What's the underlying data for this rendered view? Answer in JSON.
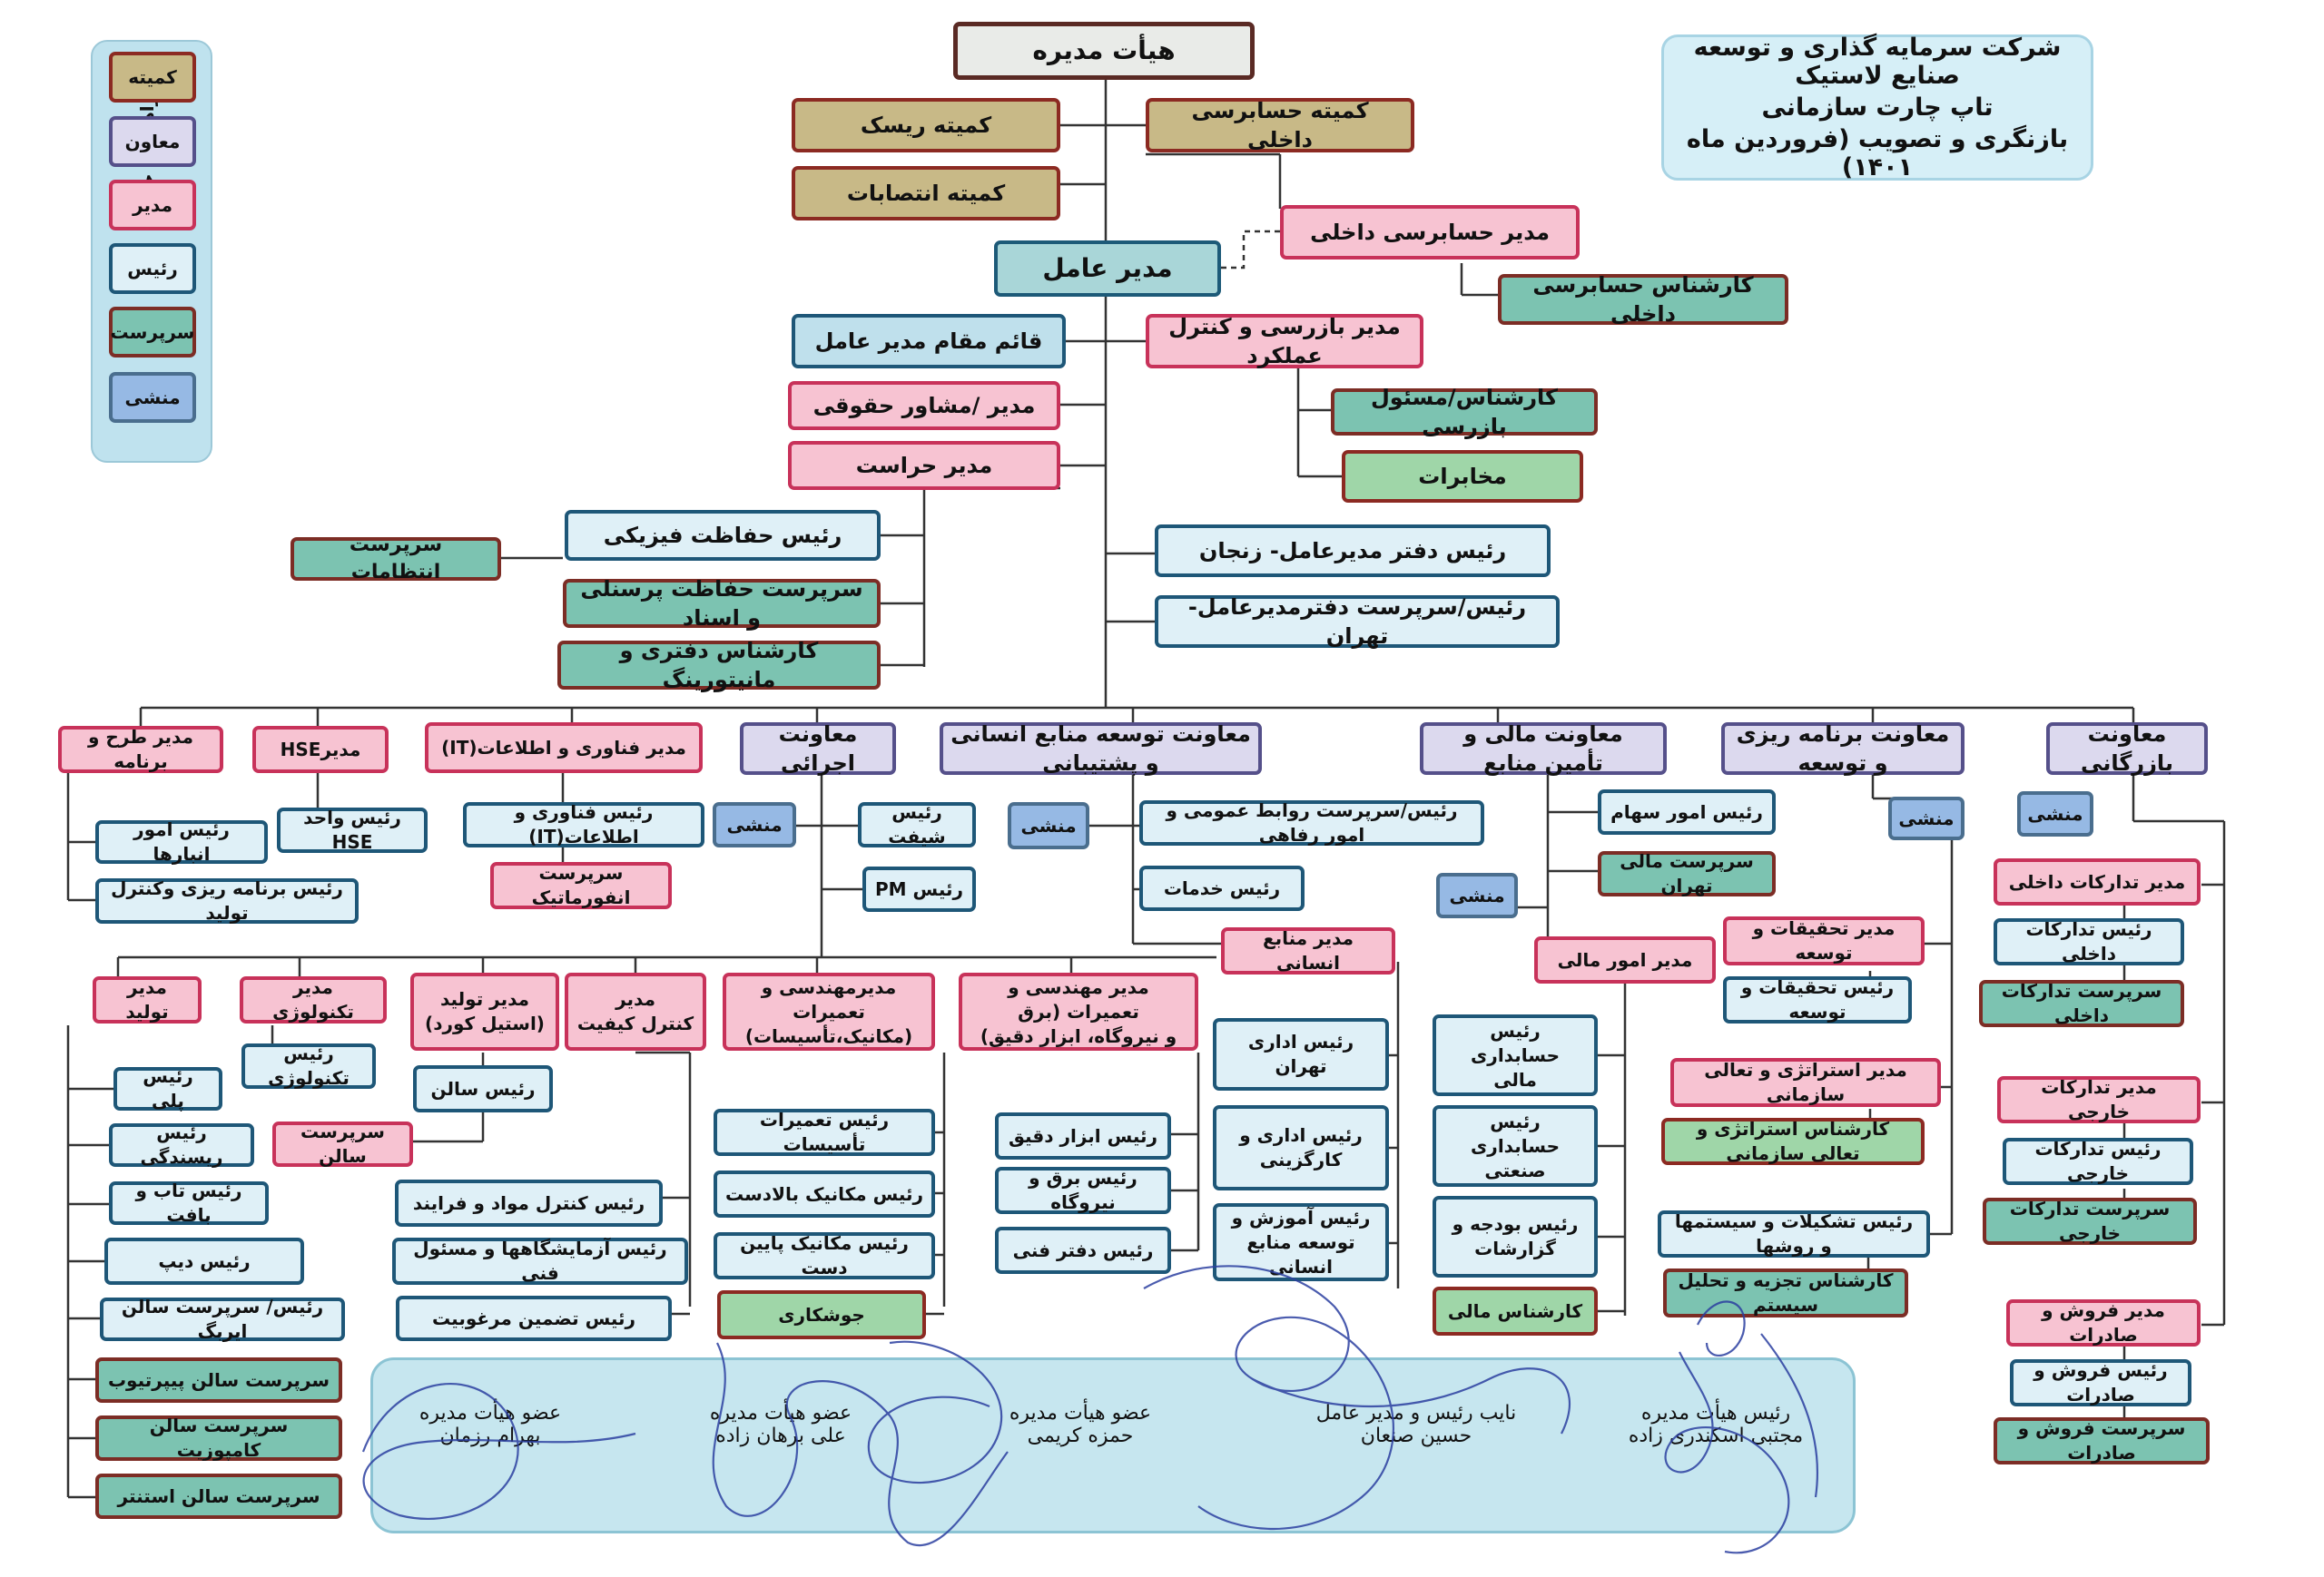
{
  "colors": {
    "committee": "#c8b987",
    "deputy": "#dcd9ee",
    "manager": "#f7c3d2",
    "head": "#dff0f7",
    "supervisor": "#7cc3b1",
    "secretary": "#96b9e4",
    "connector": "#333333",
    "signature_ink": "#2b3fa0"
  },
  "header": {
    "company": "شرکت سرمایه گذاری و توسعه صنایع لاستیک",
    "chart": "تاپ چارت سازمانی",
    "revision": "بازنگری و تصویب (فروردین ماه ۱۴۰۱)"
  },
  "legend": {
    "title": "راهنمای جدول",
    "items": [
      "کمیته",
      "معاون",
      "مدیر",
      "رئیس",
      "سرپرست",
      "منشی"
    ]
  },
  "nodes": {
    "board": "هیأت مدیره",
    "risk_committee": "کمیته ریسک",
    "audit_committee": "کمیته حسابرسی داخلی",
    "appointments_committee": "کمیته انتصابات",
    "internal_audit_mgr": "مدیر حسابرسی داخلی",
    "internal_audit_expert": "کارشناس حسابرسی داخلی",
    "ceo": "مدیر عامل",
    "deputy_ceo": "قائم مقام مدیر عامل",
    "inspection_mgr": "مدیر بازرسی و کنترل عملکرد",
    "legal_mgr": "مدیر /مشاور حقوقی",
    "inspection_expert": "کارشناس/مسئول بازرسی",
    "security_mgr": "مدیر حراست",
    "communications": "مخابرات",
    "physical_security_head": "رئیس حفاظت فیزیکی",
    "discipline_supervisor": "سرپرست انتظامات",
    "personnel_security_supervisor": "سرپرست حفاظت پرسنلی و اسناد",
    "monitoring_expert": "کارشناس دفتری و مانیتورینگ",
    "ceo_office_zanjan": "رئیس دفتر مدیرعامل- زنجان",
    "ceo_office_tehran": "رئیس/سرپرست  دفترمدیرعامل-تهران",
    "plan_program_mgr": "مدیر طرح  و برنامه",
    "hse_mgr": "مدیرHSE",
    "it_mgr": "مدیر فناوری و اطلاعات(IT)",
    "ops_deputy": "معاونت اجرائی",
    "hr_deputy": "معاونت توسعه منابع انسانی و پشتیبانی",
    "finance_deputy": "معاونت مالی و تأمین منابع",
    "planning_deputy": "معاونت برنامه ریزی و توسعه",
    "commerce_deputy": "معاونت بازرگانی",
    "warehouse_head": "رئیس امور انبارها",
    "hse_unit_head": "رئیس واحد HSE",
    "it_head": "رئیس فناوری و اطلاعات(IT)",
    "secretary": "منشی",
    "shift_head": "رئیس شیفت",
    "pm_head": "رئیس PM",
    "pr_welfare_head": "رئیس/سرپرست روابط عمومی و امور رفاهی",
    "services_head": "رئیس خدمات",
    "shares_head": "رئیس امور سهام",
    "tehran_finance_supervisor": "سرپرست مالی تهران",
    "prod_planning_head": "رئیس برنامه ریزی وکنترل تولید",
    "informatics_supervisor": "سرپرست انفورماتیک",
    "hr_mgr": "مدیر منابع انسانی",
    "finance_mgr": "مدیر امور مالی",
    "rnd_mgr": "مدیر تحقیقات  و توسعه",
    "rnd_head": "رئیس تحقیقات و توسعه",
    "domestic_proc_mgr": "مدیر تدارکات داخلی",
    "domestic_proc_head": "رئیس تدارکات داخلی",
    "domestic_proc_supervisor": "سرپرست تدارکات داخلی",
    "production_mgr": "مدیر تولید",
    "technology_mgr": "مدیر تکنولوژی",
    "production_mgr_steel_1": "مدیر تولید",
    "production_mgr_steel_2": "(استیل کورد)",
    "quality_mgr_1": "مدیر",
    "quality_mgr_2": "کنترل کیفیت",
    "mech_mgr_1": "مدیرمهندسی و تعمیرات",
    "mech_mgr_2": "(مکانیک،تأسیسات)",
    "elec_mgr_1": "مدیر مهندسی و تعمیرات (برق",
    "elec_mgr_2": "و نیروگاه، ابزار دقیق)",
    "tehran_admin_head": "رئیس اداری تهران",
    "fin_accounting_head_1": "رئیس حسابداری",
    "fin_accounting_head_2": "مالی",
    "strategy_mgr": "مدیر استراتژی و تعالی سازمانی",
    "strategy_expert": "کارشناس استراتژی و تعالی سازمانی",
    "foreign_proc_mgr": "مدیر تدارکات خارجی",
    "foreign_proc_head": "رئیس تدارکات خارجی",
    "foreign_proc_supervisor": "سرپرست تدارکات خارجی",
    "tech_head": "رئیس تکنولوژی",
    "hall_head": "رئیس سالن",
    "hall_supervisor": "سرپرست سالن",
    "bridge_head": "رئیس پلی",
    "spinning_head": "رئیس ریسندگی",
    "twist_weave_head": "رئیس تاب و بافت",
    "dip_head": "رئیس دیپ",
    "airbag_head": "رئیس/ سرپرست سالن ایربگ",
    "pipertube_supervisor": "سرپرست سالن پیپرتیوب",
    "composite_supervisor": "سرپرست سالن کامپوزیت",
    "stenter_supervisor": "سرپرست سالن استنتر",
    "materials_control_head": "رئیس کنترل مواد و فرایند",
    "labs_head": "رئیس آزمایشگاهها و مسئول فنی",
    "warranty_head": "رئیس تضمین مرغوبیت",
    "facilities_repair_head": "رئیس تعمیرات تأسیسات",
    "upstream_mech_head": "رئیس مکانیک بالادست",
    "downstream_mech_head": "رئیس مکانیک پایین دست",
    "welding": "جوشکاری",
    "instrument_head": "رئیس ابزار دقیق",
    "power_plant_head": "رئیس برق و نیروگاه",
    "tech_office_head": "رئیس دفتر فنی",
    "admin_recruit_head_1": "رئیس اداری و",
    "admin_recruit_head_2": "کارگزینی",
    "training_head_1": "رئیس آموزش و",
    "training_head_2": "توسعه منابع انسانی",
    "ind_accounting_head_1": "رئیس حسابداری",
    "ind_accounting_head_2": "صنعتی",
    "budget_head_1": "رئیس بودجه و",
    "budget_head_2": "گزارشات",
    "finance_expert": "کارشناس مالی",
    "org_systems_head": "رئیس تشکیلات و سیستمها و روشها",
    "systems_analyst": "کارشناس تجزیه و تحلیل سیستم",
    "sales_mgr": "مدیر فروش و صادرات",
    "sales_head": "رئیس فروش و صادرات",
    "sales_supervisor": "سرپرست فروش و صادرات"
  },
  "signatures": [
    {
      "role": "رئیس هیأت مدیره",
      "name": "مجتبی اسکندری زاده"
    },
    {
      "role": "نایب رئیس و مدیر عامل",
      "name": "حسین صنعان"
    },
    {
      "role": "عضو هیأت مدیره",
      "name": "حمزه کریمی"
    },
    {
      "role": "عضو هیأت مدیره",
      "name": "علی برهان زاده"
    },
    {
      "role": "عضو هیأت مدیره",
      "name": "بهرام رزمان"
    }
  ]
}
